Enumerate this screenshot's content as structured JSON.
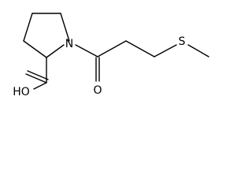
{
  "molecule": {
    "atoms": {
      "nitrogen": "N",
      "sulfur": "S",
      "carbonyl_oxygen": "O",
      "hydroxyl_group": "HO"
    }
  }
}
